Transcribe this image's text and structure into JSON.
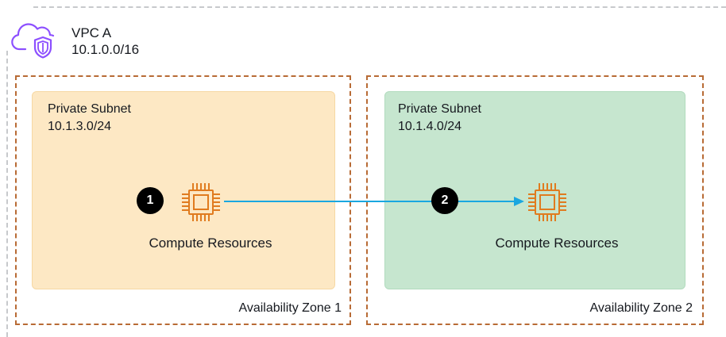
{
  "vpc": {
    "icon": "vpc-cloud-shield-icon",
    "name": "VPC A",
    "cidr": "10.1.0.0/16"
  },
  "availability_zones": [
    {
      "label": "Availability Zone 1",
      "border_color": "#b86b35"
    },
    {
      "label": "Availability Zone 2",
      "border_color": "#b86b35"
    }
  ],
  "subnets": [
    {
      "name": "Private Subnet",
      "cidr": "10.1.3.0/24",
      "fill": "#fde8c4"
    },
    {
      "name": "Private Subnet",
      "cidr": "10.1.4.0/24",
      "fill": "#c6e6cf"
    }
  ],
  "compute": [
    {
      "label": "Compute Resources",
      "icon": "compute-chip-icon",
      "color": "#e07b1f"
    },
    {
      "label": "Compute Resources",
      "icon": "compute-chip-icon",
      "color": "#e07b1f"
    }
  ],
  "steps": [
    {
      "number": "1"
    },
    {
      "number": "2"
    }
  ],
  "connector": {
    "color": "#1aa7e0"
  }
}
